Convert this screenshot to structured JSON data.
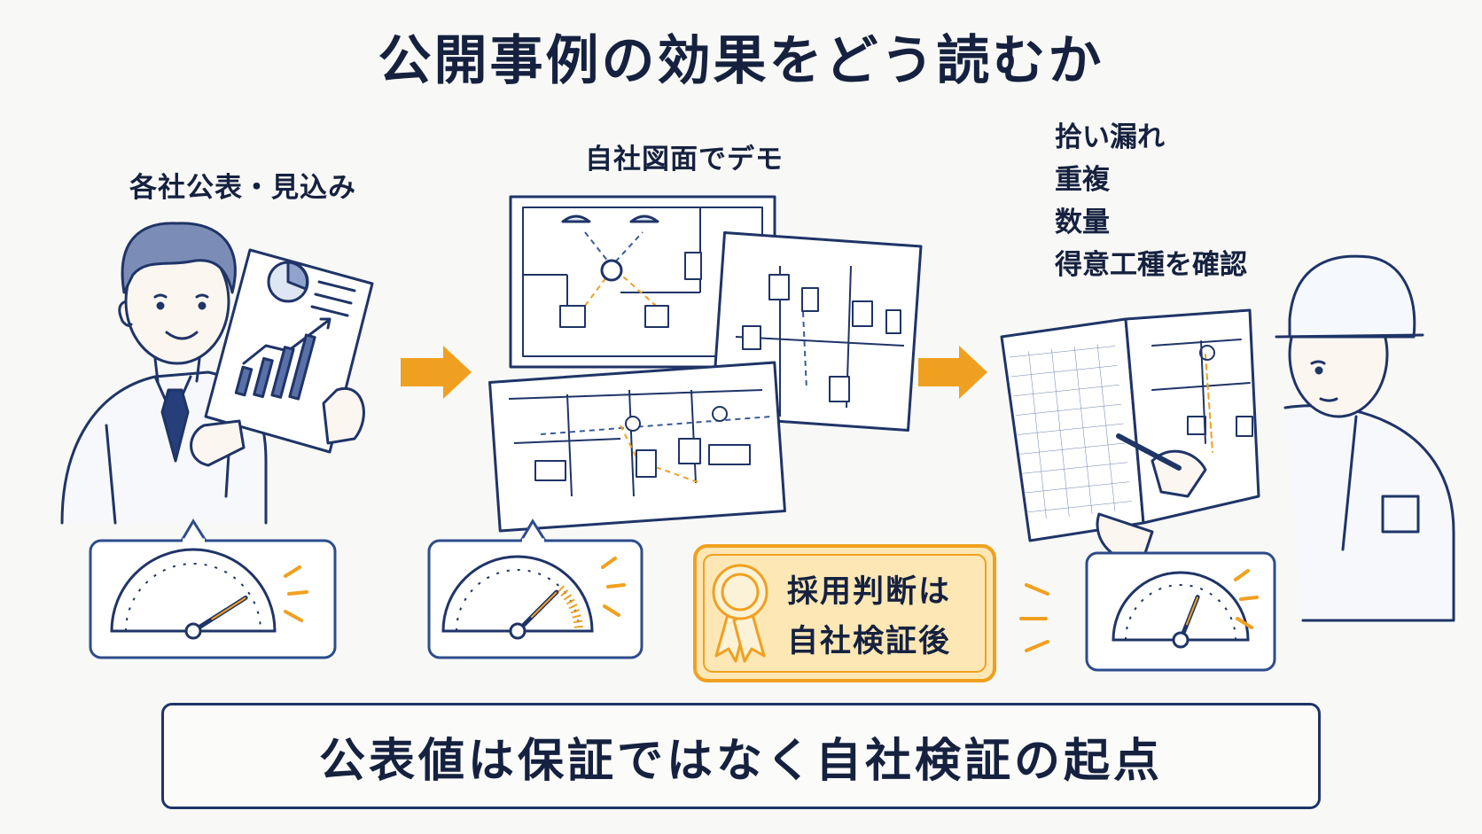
{
  "title": "公開事例の効果をどう読むか",
  "steps": {
    "step1_label": "各社公表・見込み",
    "step2_label": "自社図面でデモ",
    "step3_checks": [
      "拾い漏れ",
      "重複",
      "数量",
      "得意工種を確認"
    ]
  },
  "badge": {
    "line1": "採用判断は",
    "line2": "自社検証後"
  },
  "conclusion": "公表値は保証ではなく自社検証の起点",
  "colors": {
    "navy": "#1f3467",
    "orange": "#f0a020",
    "badge_bg": "#fde7b5"
  },
  "gauges": [
    {
      "name": "public-claim",
      "level": 0.82
    },
    {
      "name": "own-demo",
      "level": 0.75
    },
    {
      "name": "field-check",
      "level": 0.62
    }
  ]
}
